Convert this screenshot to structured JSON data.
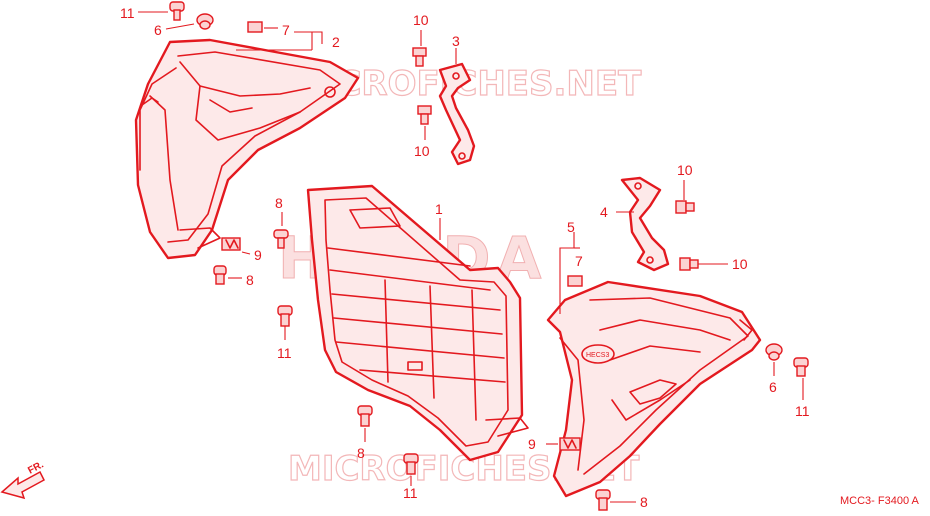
{
  "watermarks": {
    "top": "MICROFICHES.NET",
    "center": "HONDA",
    "bottom": "MICROFICHES.NET"
  },
  "callouts": [
    {
      "id": "c11a",
      "text": "11"
    },
    {
      "id": "c6a",
      "text": "6"
    },
    {
      "id": "c7a",
      "text": "7"
    },
    {
      "id": "c2",
      "text": "2"
    },
    {
      "id": "c10a",
      "text": "10"
    },
    {
      "id": "c3",
      "text": "3"
    },
    {
      "id": "c10b",
      "text": "10"
    },
    {
      "id": "c1",
      "text": "1"
    },
    {
      "id": "c8a",
      "text": "8"
    },
    {
      "id": "c9a",
      "text": "9"
    },
    {
      "id": "c8b",
      "text": "8"
    },
    {
      "id": "c11b",
      "text": "11"
    },
    {
      "id": "c10c",
      "text": "10"
    },
    {
      "id": "c4",
      "text": "4"
    },
    {
      "id": "c5",
      "text": "5"
    },
    {
      "id": "c7b",
      "text": "7"
    },
    {
      "id": "c10d",
      "text": "10"
    },
    {
      "id": "c6b",
      "text": "6"
    },
    {
      "id": "c11c",
      "text": "11"
    },
    {
      "id": "c8c",
      "text": "8"
    },
    {
      "id": "c9b",
      "text": "9"
    },
    {
      "id": "c11d",
      "text": "11"
    },
    {
      "id": "c8d",
      "text": "8"
    }
  ],
  "emblem": "HECS3",
  "direction_label": "FR.",
  "diagram_code": "MCC3- F3400 A",
  "colors": {
    "line": "#e3191f",
    "fill": "#fde9e9",
    "watermark": "#f3b7b8"
  }
}
